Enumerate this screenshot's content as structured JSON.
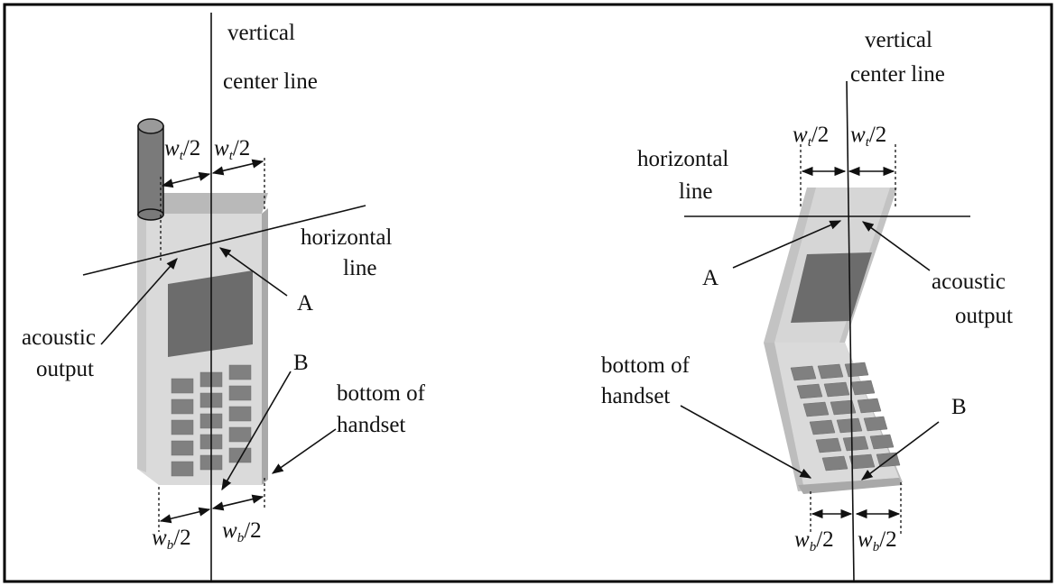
{
  "left_figure": {
    "vertical_center_line_label": [
      "vertical",
      "center line"
    ],
    "horizontal_line_label": [
      "horizontal",
      "line"
    ],
    "acoustic_output_label": [
      "acoustic",
      "output"
    ],
    "bottom_of_handset_label": [
      "bottom of",
      "handset"
    ],
    "point_a_label": "A",
    "point_b_label": "B",
    "top_width_label": {
      "base": "w",
      "sub": "t",
      "tail": "/2"
    },
    "bottom_width_label": {
      "base": "w",
      "sub": "b",
      "tail": "/2"
    }
  },
  "right_figure": {
    "vertical_center_line_label": [
      "vertical",
      "center line"
    ],
    "horizontal_line_label": [
      "horizontal",
      "line"
    ],
    "acoustic_output_label": [
      "acoustic",
      "output"
    ],
    "bottom_of_handset_label": [
      "bottom of",
      "handset"
    ],
    "point_a_label": "A",
    "point_b_label": "B",
    "top_width_label": {
      "base": "w",
      "sub": "t",
      "tail": "/2"
    },
    "bottom_width_label": {
      "base": "w",
      "sub": "b",
      "tail": "/2"
    }
  },
  "colors": {
    "frame": "#000000",
    "phone_body_light": "#dadada",
    "phone_body_mid": "#c3c3c3",
    "phone_body_dark": "#a9a9a9",
    "screen": "#6c6c6c",
    "key": "#808080",
    "antenna": "#7a7a7a"
  }
}
